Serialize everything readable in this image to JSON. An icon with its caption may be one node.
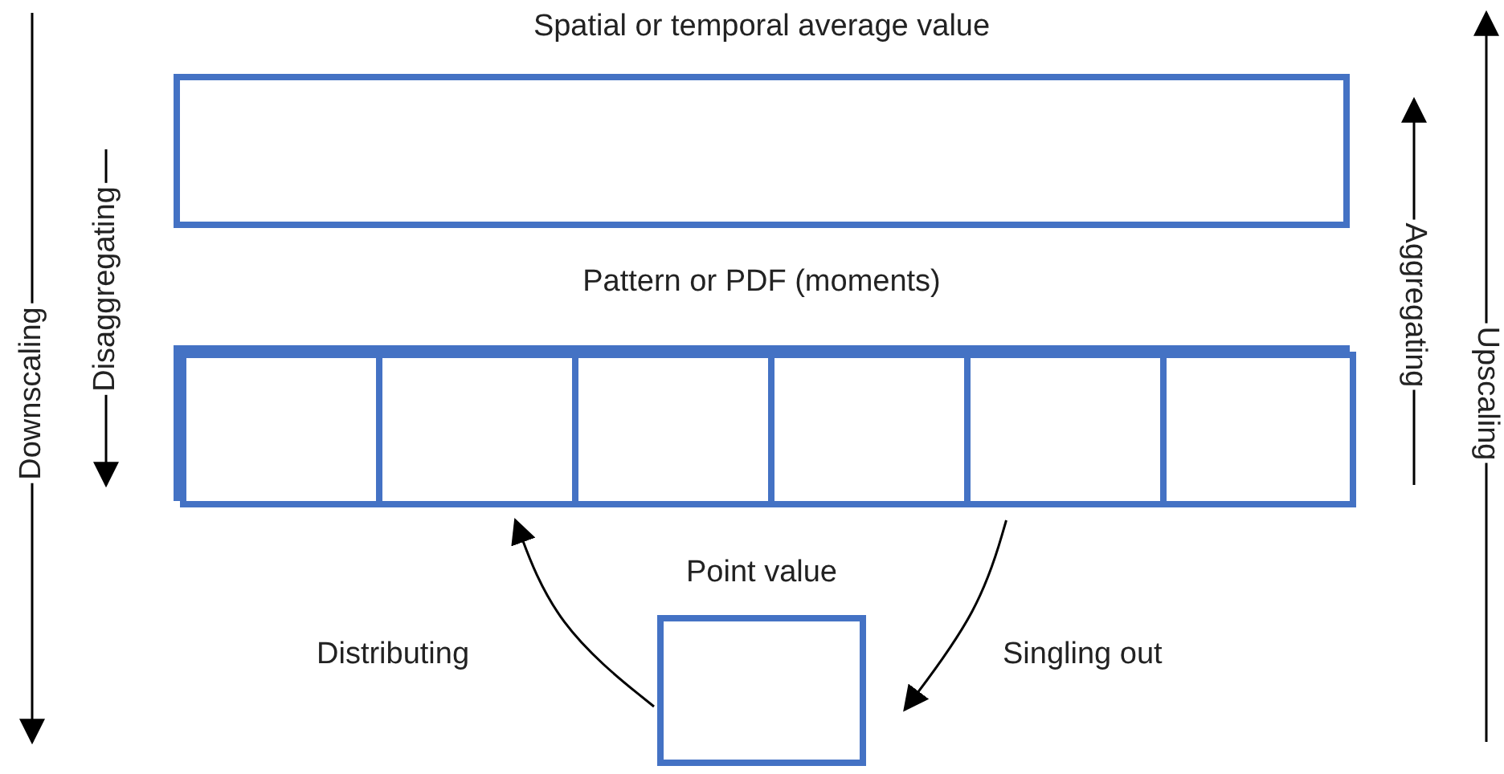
{
  "diagram": {
    "nodes": [
      {
        "text": [
          "Spatial or temporal average value"
        ]
      },
      {
        "text": [
          "Pattern or PDF (moments)"
        ]
      },
      {
        "text": [],
        "shape": "box",
        "in": 1
      },
      {
        "text": [],
        "shape": "box",
        "in": 1
      },
      {
        "text": [],
        "shape": "box",
        "in": 1
      },
      {
        "text": [],
        "shape": "box",
        "in": 1
      },
      {
        "text": [],
        "shape": "box",
        "in": 1
      },
      {
        "text": [],
        "shape": "box",
        "in": 1
      },
      {
        "text": [
          "Point value"
        ]
      }
    ],
    "edges": [
      {
        "from": 8,
        "to": 3,
        "arrow": "to",
        "label": "Distributing"
      },
      {
        "from": 6,
        "to": 8,
        "arrow": "to",
        "label": "Singling out"
      }
    ],
    "labels": [
      "Downscaling",
      "Disaggregating",
      "Aggregating",
      "Upscaling"
    ]
  }
}
